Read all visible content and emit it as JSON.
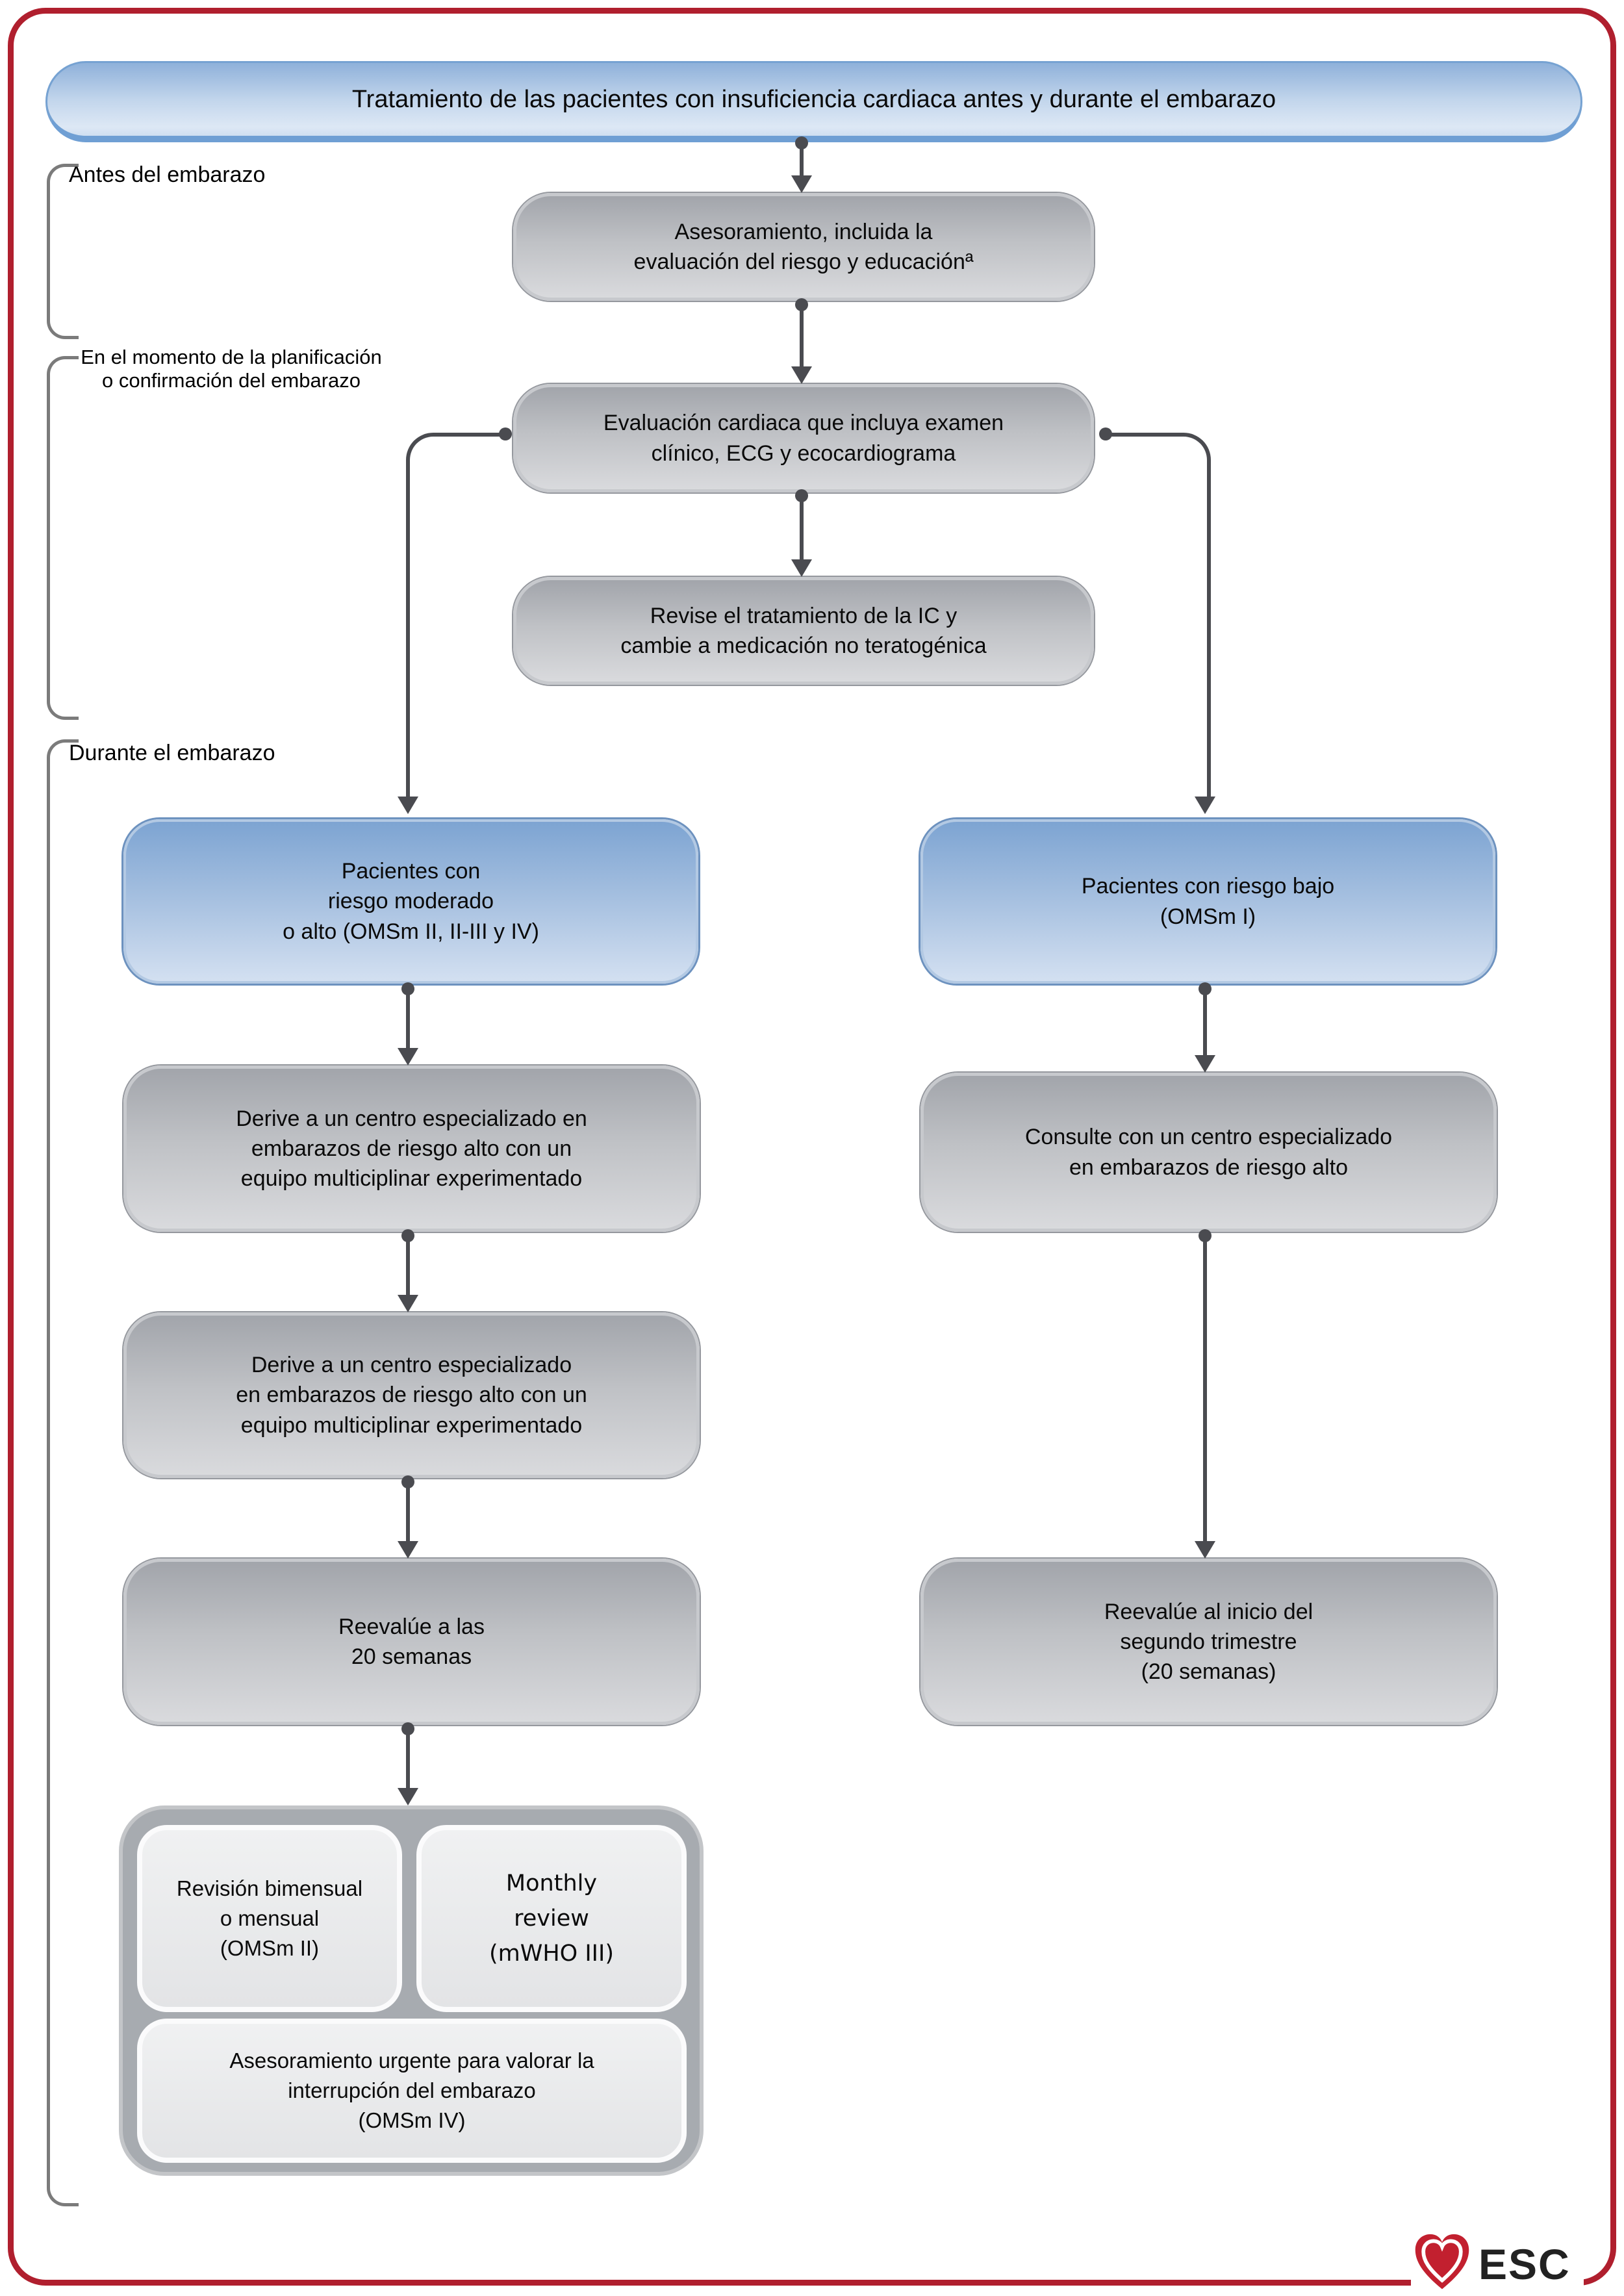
{
  "figure": {
    "title": "Tratamiento de las pacientes con insuficiencia cardiaca antes y durante el embarazo"
  },
  "phases": {
    "before": "Antes del embarazo",
    "planning": "En el momento de la planificación\no confirmación del embarazo",
    "during": "Durante el embarazo"
  },
  "flow": {
    "counseling": "Asesoramiento, incluida la\nevaluación del riesgo y educaciónª",
    "cardiac_eval": "Evaluación cardiaca que incluya examen\nclínico, ECG y ecocardiograma",
    "review_treatment": "Revise el tratamiento de la IC y\ncambie a medicación no teratogénica",
    "moderate_high_risk": "Pacientes con\nriesgo moderado\no alto (OMSm II, II-III y IV)",
    "low_risk": "Pacientes con riesgo bajo\n(OMSm I)",
    "refer_center_1": "Derive a un centro especializado en\nembarazos de riesgo alto con un\nequipo multiciplinar experimentado",
    "refer_center_2": "Derive a un centro especializado\nen embarazos de riesgo alto con un\nequipo multiciplinar experimentado",
    "consult_center": "Consulte con un centro especializado\nen embarazos de riesgo alto",
    "reassess_20_weeks": "Reevalúe a las\n20 semanas",
    "reassess_second_trimester": "Reevalúe al inicio del\nsegundo trimestre\n(20 semanas)"
  },
  "bottom_panel": {
    "bimonthly_review": "Revisión bimensual\no mensual\n(OMSm II)",
    "monthly_review": "Monthly\nreview\n(mWHO III)",
    "urgent_counseling": "Asesoramiento urgente para valorar la\ninterrupción del embarazo\n(OMSm IV)"
  },
  "logo": {
    "text": "ESC"
  },
  "colors": {
    "frame_red": "#b01f2e",
    "title_blue": "#8fb1da",
    "blue_box": "#7da4d2",
    "gray_box": "#a2a5ab",
    "panel_gray": "#a7abb0",
    "arrow_gray": "#4a4b50",
    "logo_red": "#c2202f"
  }
}
